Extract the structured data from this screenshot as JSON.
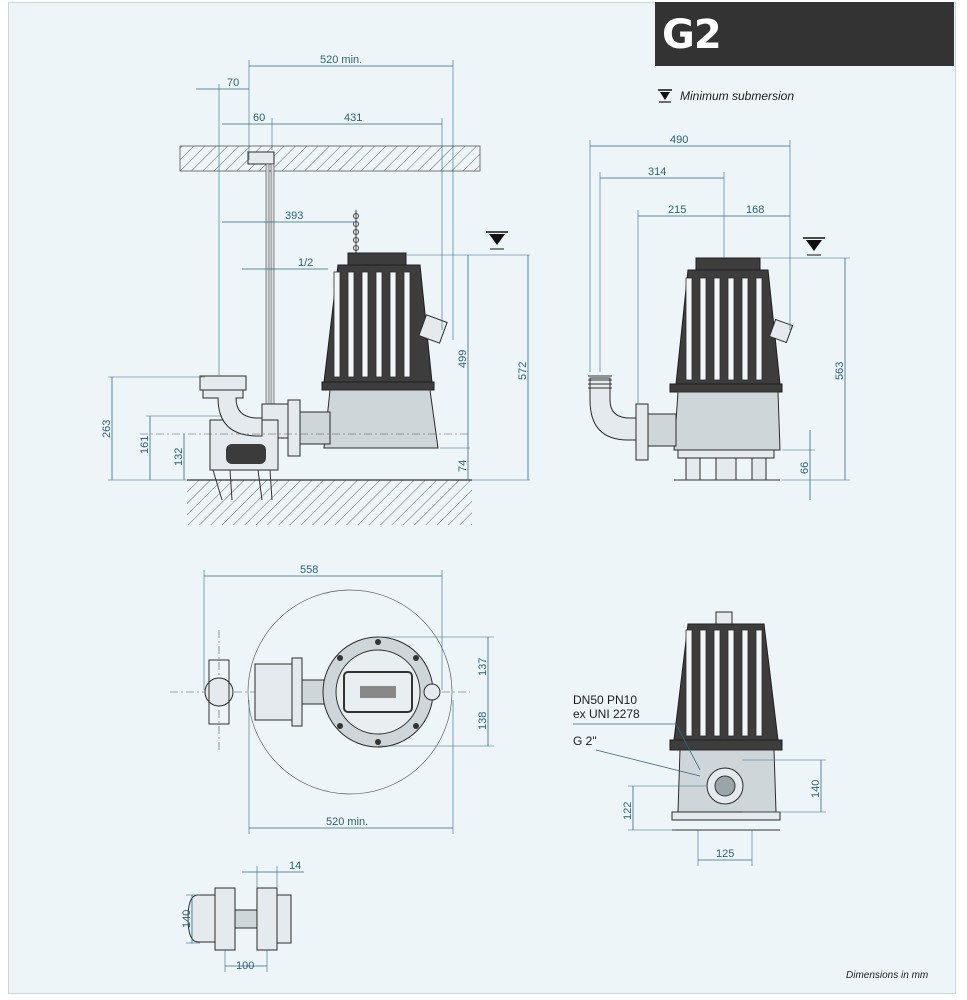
{
  "tag": "G2",
  "legend": {
    "icon": "minimum-submersion-symbol",
    "text": "Minimum submersion"
  },
  "footer_note": "Dimensions in mm",
  "views": {
    "side_installation": {
      "dimensions": {
        "d520_min": "520 min.",
        "d70": "70",
        "d60": "60",
        "d431": "431",
        "d393": "393",
        "d1_2": "1/2",
        "d499": "499",
        "d572": "572",
        "d263": "263",
        "d161": "161",
        "d132": "132",
        "d74": "74"
      }
    },
    "side_standalone": {
      "dimensions": {
        "d490": "490",
        "d314": "314",
        "d215": "215",
        "d168": "168",
        "d563": "563",
        "d66": "66"
      }
    },
    "plan": {
      "dimensions": {
        "d558": "558",
        "d137": "137",
        "d138": "138",
        "d520_min": "520 min."
      }
    },
    "front": {
      "labels": {
        "flange_line1": "DN50 PN10",
        "flange_line2": "ex UNI 2278",
        "thread": "G 2\""
      },
      "dimensions": {
        "d140": "140",
        "d122": "122",
        "d125": "125"
      }
    },
    "coupling_detail": {
      "dimensions": {
        "d14": "14",
        "d140": "140",
        "d100": "100"
      }
    }
  },
  "colors": {
    "background": "#eef5f9",
    "tag_background": "#333333",
    "tag_text": "#ffffff",
    "dimension_line": "#2a6b80",
    "pump_body": "#3d3d3d"
  }
}
